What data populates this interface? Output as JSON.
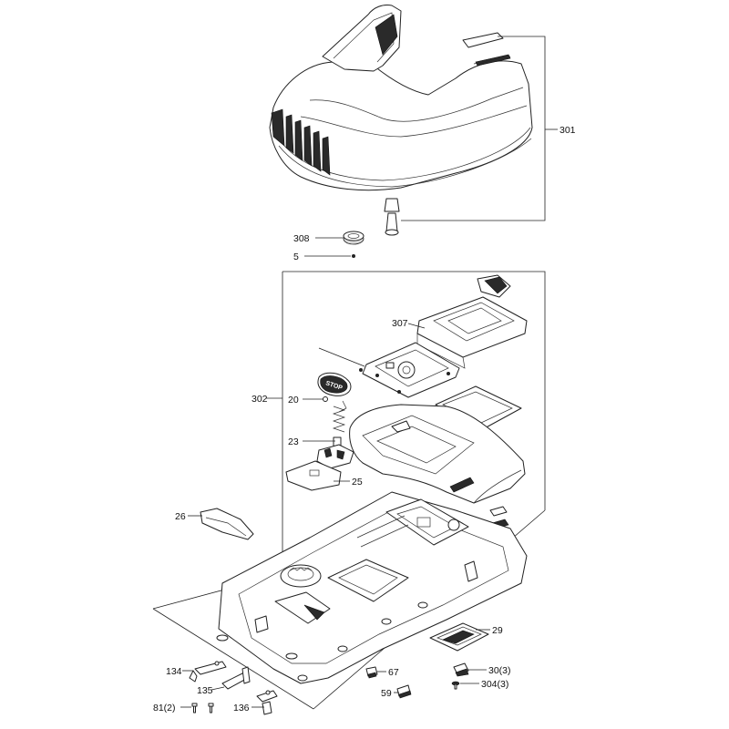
{
  "diagram": {
    "labels": {
      "l301": "301",
      "l308": "308",
      "l5": "5",
      "l302": "302",
      "l307": "307",
      "l20": "20",
      "l23": "23",
      "l25": "25",
      "l26": "26",
      "l29": "29",
      "l134": "134",
      "l135": "135",
      "l136": "136",
      "l81": "81(2)",
      "l67": "67",
      "l59": "59",
      "l30": "30(3)",
      "l304": "304(3)"
    },
    "stop_button_text": "STOP"
  }
}
